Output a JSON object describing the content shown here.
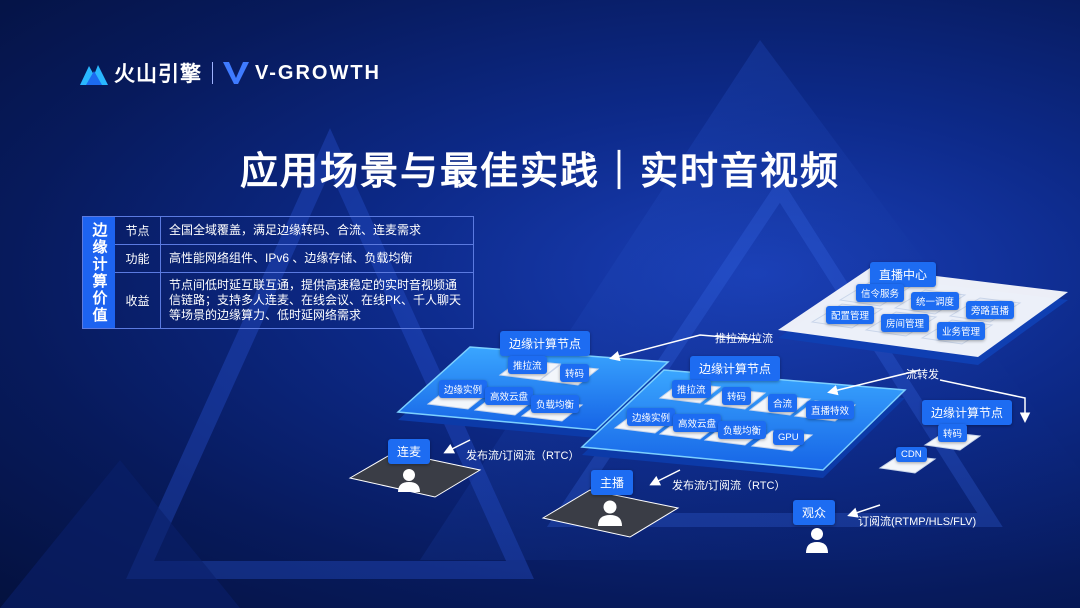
{
  "header": {
    "brand_primary": "火山引擎",
    "brand_secondary": "V-GROWTH"
  },
  "title": "应用场景与最佳实践｜实时音视频",
  "value_table": {
    "side_label": "边缘计算价值",
    "rows": [
      {
        "key": "节点",
        "value": "全国全域覆盖，满足边缘转码、合流、连麦需求"
      },
      {
        "key": "功能",
        "value": "高性能网络组件、IPv6 、边缘存储、负载均衡"
      },
      {
        "key": "收益",
        "value": "节点间低时延互联互通，提供高速稳定的实时音视频通信链路；支持多人连麦、在线会议、在线PK、千人聊天等场景的边缘算力、低时延网络需求"
      }
    ]
  },
  "diagram": {
    "live_center": {
      "title": "直播中心",
      "modules": [
        "信令服务",
        "统一调度",
        "旁路直播",
        "配置管理",
        "房间管理",
        "业务管理"
      ]
    },
    "edge_node_left": {
      "title": "边缘计算节点",
      "modules": [
        "推拉流",
        "转码",
        "边缘实例",
        "高效云盘",
        "负载均衡"
      ]
    },
    "edge_node_center": {
      "title": "边缘计算节点",
      "modules": [
        "推拉流",
        "转码",
        "合流",
        "直播特效",
        "边缘实例",
        "高效云盘",
        "负载均衡",
        "GPU"
      ]
    },
    "edge_node_right": {
      "title": "边缘计算节点",
      "modules": [
        "转码",
        "CDN"
      ]
    },
    "users": {
      "co_host": "连麦",
      "host": "主播",
      "viewer": "观众"
    },
    "flows": {
      "push_pull": "推拉流/拉流",
      "forward": "流转发",
      "publish_rtc_1": "发布流/订阅流（RTC）",
      "publish_rtc_2": "发布流/订阅流（RTC）",
      "subscribe": "订阅流(RTMP/HLS/FLV)"
    },
    "colors": {
      "accent": "#1d6cf2",
      "platform": "#1f8ef5",
      "card": "#ffffff"
    }
  }
}
